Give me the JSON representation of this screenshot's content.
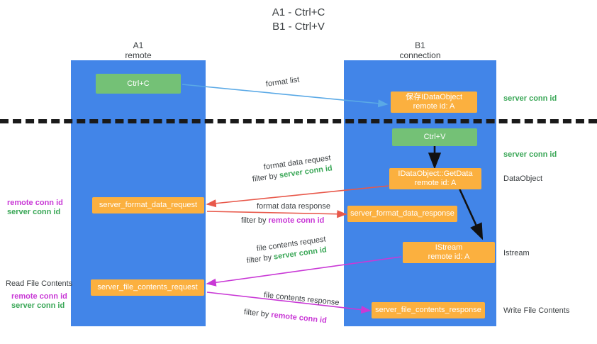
{
  "title": {
    "line1": "A1 - Ctrl+C",
    "line2": "B1 - Ctrl+V"
  },
  "lanes": [
    {
      "id": "a1",
      "name": "A1",
      "role": "remote"
    },
    {
      "id": "b1",
      "name": "B1",
      "role": "connection"
    }
  ],
  "boxes": {
    "ctrl_c": {
      "line1": "Ctrl+C",
      "color": "#74c176"
    },
    "idataobject_store": {
      "line1": "保存IDataObject",
      "line2": "remote id: A",
      "color": "#fbb03f"
    },
    "ctrl_v": {
      "line1": "Ctrl+V",
      "color": "#74c176"
    },
    "getdata": {
      "line1": "IDataObject::GetData",
      "line2": "remote id: A",
      "color": "#fbb03f"
    },
    "server_format_data_request": {
      "line1": "server_format_data_request",
      "color": "#fbb03f"
    },
    "server_format_data_response": {
      "line1": "server_format_data_response",
      "color": "#fbb03f"
    },
    "istream": {
      "line1": "IStream",
      "line2": "remote id: A",
      "color": "#fbb03f"
    },
    "server_file_contents_request": {
      "line1": "server_file_contents_request",
      "color": "#fbb03f"
    },
    "server_file_contents_response": {
      "line1": "server_file_contents_response",
      "color": "#fbb03f"
    }
  },
  "edge_labels": {
    "format_list": "format list",
    "format_data_request": "format data request",
    "format_data_request_filter_prefix": "filter by ",
    "format_data_request_filter_value": "server conn id",
    "format_data_response": "format data response",
    "format_data_response_filter_prefix": "filter by ",
    "format_data_response_filter_value": "remote conn id",
    "file_contents_request": "file contents request",
    "file_contents_request_filter_prefix": "filter by ",
    "file_contents_request_filter_value": "server conn id",
    "file_contents_response": "file contents response",
    "file_contents_response_filter_prefix": "filter by ",
    "file_contents_response_filter_value": "remote conn id"
  },
  "right_labels": {
    "server_conn_id_top": "server conn id",
    "server_conn_id_mid": "server conn id",
    "dataobject": "DataObject",
    "istream": "Istream",
    "write_file_contents": "Write File Contents"
  },
  "left_labels": {
    "remote_conn_id_1": "remote conn id",
    "server_conn_id_1": "server conn id",
    "read_file_contents": "Read File Contents",
    "remote_conn_id_2": "remote conn id",
    "server_conn_id_2": "server conn id"
  },
  "colors": {
    "lane": "#4285e8",
    "green_box": "#74c176",
    "orange_box": "#fbb03f",
    "green_text": "#3aa757",
    "magenta_text": "#c939d6",
    "arrow_blue": "#5aa9e6",
    "arrow_red": "#e8584a",
    "arrow_magenta": "#c939d6",
    "arrow_black": "#111111",
    "divider": "#1a1a1a"
  }
}
